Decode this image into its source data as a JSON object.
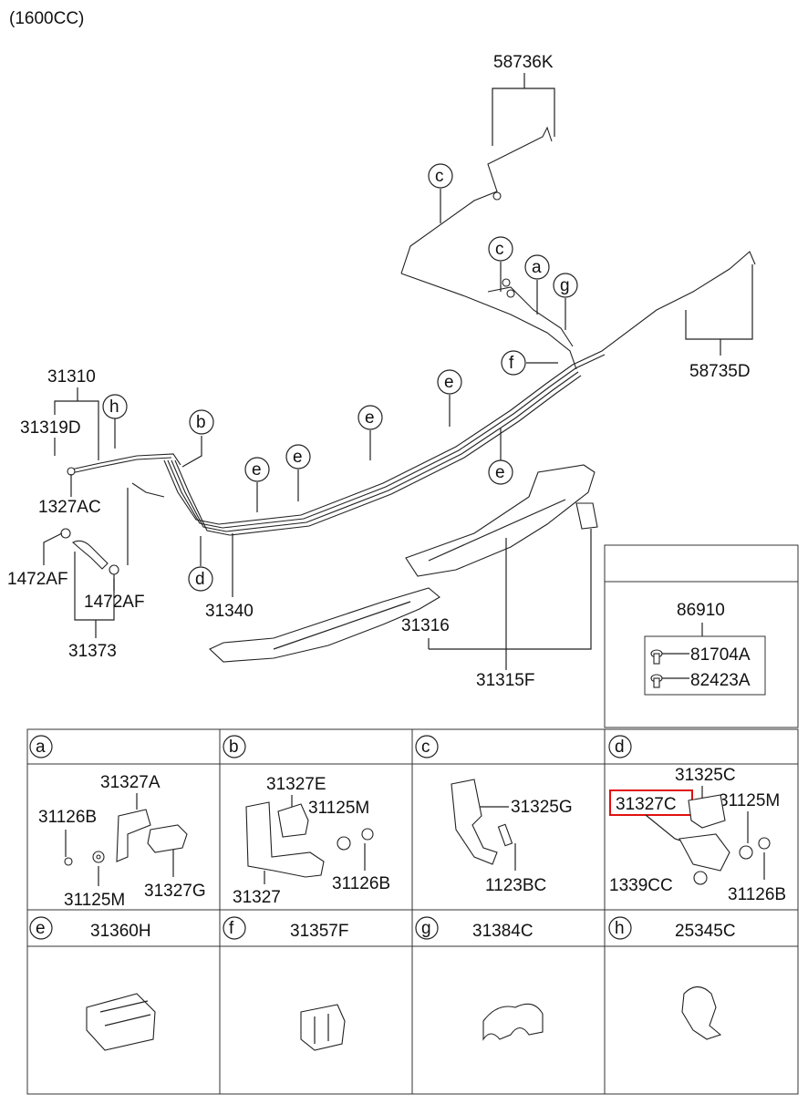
{
  "engine_label": "(1600CC)",
  "callouts": {
    "p58736K": "58736K",
    "p58735D": "58735D",
    "p31310": "31310",
    "p31319D": "31319D",
    "p1327AC": "1327AC",
    "p1472AF_left": "1472AF",
    "p1472AF_right": "1472AF",
    "p31373": "31373",
    "p31340": "31340",
    "p31316": "31316",
    "p31315F": "31315F",
    "p86910": "86910",
    "p81704A": "81704A",
    "p82423A": "82423A"
  },
  "letters": {
    "a": "a",
    "b": "b",
    "c": "c",
    "d": "d",
    "e": "e",
    "f": "f",
    "g": "g",
    "h": "h"
  },
  "details": {
    "a": {
      "letter": "a",
      "parts": [
        "31327A",
        "31126B",
        "31125M",
        "31327G"
      ]
    },
    "b": {
      "letter": "b",
      "parts": [
        "31327E",
        "31125M",
        "31327",
        "31126B"
      ]
    },
    "c": {
      "letter": "c",
      "parts": [
        "31325G",
        "1123BC"
      ]
    },
    "d": {
      "letter": "d",
      "parts": [
        "31325C",
        "31327C",
        "31125M",
        "1339CC",
        "31126B"
      ],
      "highlighted": "31327C"
    },
    "e": {
      "letter": "e",
      "part": "31360H"
    },
    "f": {
      "letter": "f",
      "part": "31357F"
    },
    "g": {
      "letter": "g",
      "part": "31384C"
    },
    "h": {
      "letter": "h",
      "part": "25345C"
    }
  },
  "colors": {
    "highlight": "#e01010",
    "line": "#222222",
    "background": "#ffffff"
  }
}
